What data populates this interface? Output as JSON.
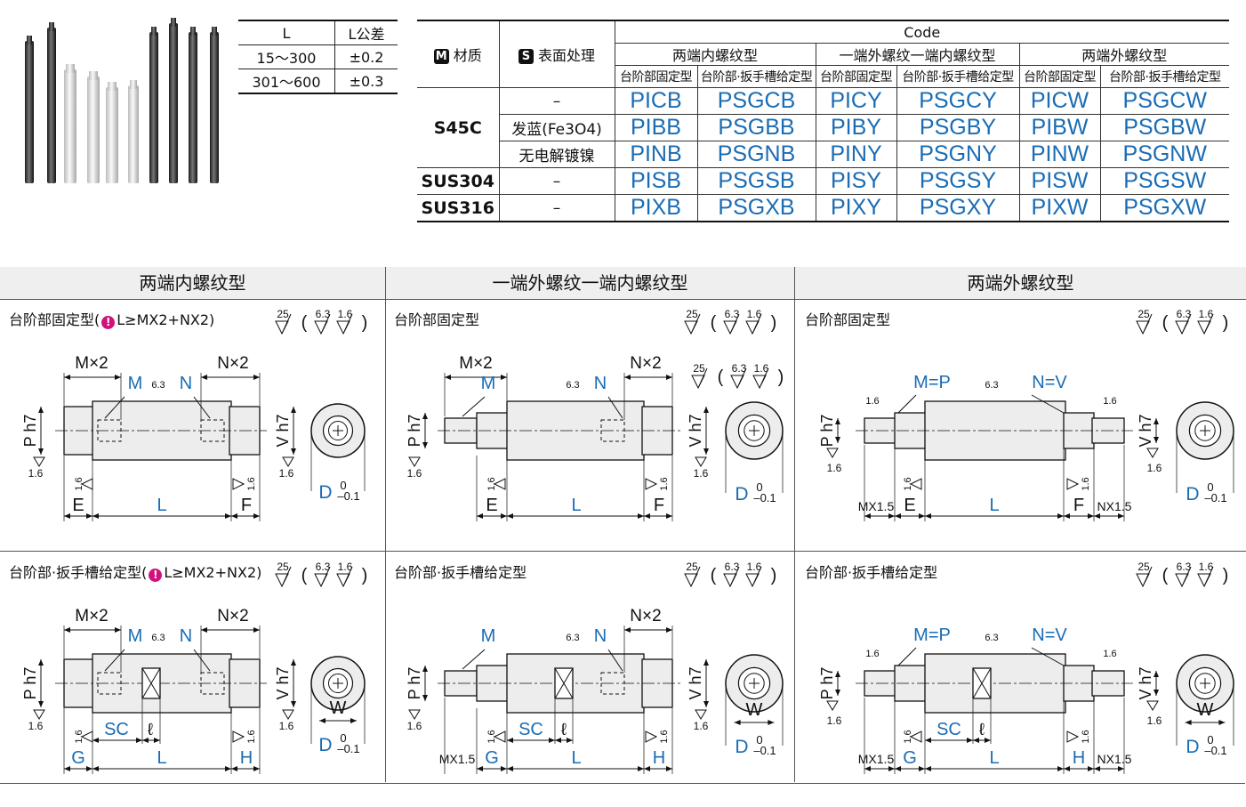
{
  "tolerance_table": {
    "headers": [
      "L",
      "L公差"
    ],
    "rows": [
      [
        "15～300",
        "±0.2"
      ],
      [
        "301～600",
        "±0.3"
      ]
    ]
  },
  "code_table": {
    "material_badge": "M",
    "material_label": "材质",
    "surface_badge": "S",
    "surface_label": "表面处理",
    "code_header": "Code",
    "groups": [
      "两端内螺纹型",
      "一端外螺纹一端内螺纹型",
      "两端外螺纹型"
    ],
    "subtypes": [
      "台阶部固定型",
      "台阶部·扳手槽给定型",
      "台阶部固定型",
      "台阶部·扳手槽给定型",
      "台阶部固定型",
      "台阶部·扳手槽给定型"
    ],
    "rows": [
      {
        "material": "S45C",
        "surface": "–",
        "codes": [
          "PICB",
          "PSGCB",
          "PICY",
          "PSGCY",
          "PICW",
          "PSGCW"
        ]
      },
      {
        "material": "",
        "surface": "发蓝(Fe3O4)",
        "codes": [
          "PIBB",
          "PSGBB",
          "PIBY",
          "PSGBY",
          "PIBW",
          "PSGBW"
        ]
      },
      {
        "material": "",
        "surface": "无电解镀镍",
        "codes": [
          "PINB",
          "PSGNB",
          "PINY",
          "PSGNY",
          "PINW",
          "PSGNW"
        ]
      },
      {
        "material": "SUS304",
        "surface": "–",
        "codes": [
          "PISB",
          "PSGSB",
          "PISY",
          "PSGSY",
          "PISW",
          "PSGSW"
        ]
      },
      {
        "material": "SUS316",
        "surface": "–",
        "codes": [
          "PIXB",
          "PSGXB",
          "PIXY",
          "PSGXY",
          "PIXW",
          "PSGXW"
        ]
      }
    ]
  },
  "sections": [
    {
      "title": "两端内螺纹型",
      "top_sub": "台阶部固定型",
      "top_note": "L≥MX2+NX2)",
      "bottom_sub": "台阶部·扳手槽给定型",
      "bottom_note": "L≥MX2+NX2)"
    },
    {
      "title": "一端外螺纹一端内螺纹型",
      "top_sub": "台阶部固定型",
      "top_note": "",
      "bottom_sub": "台阶部·扳手槽给定型",
      "bottom_note": ""
    },
    {
      "title": "两端外螺纹型",
      "top_sub": "台阶部固定型",
      "top_note": "",
      "bottom_sub": "台阶部·扳手槽给定型",
      "bottom_note": ""
    }
  ],
  "dimension_labels": {
    "mx2": "M×2",
    "nx2": "N×2",
    "m": "M",
    "n": "N",
    "l": "L",
    "e": "E",
    "f": "F",
    "g": "G",
    "h": "H",
    "sc": "SC",
    "ell": "ℓ",
    "w": "W",
    "p": "P",
    "v": "V",
    "h7": "h7",
    "d": "D",
    "tol_up": "0",
    "tol_low": "–0.1",
    "m_eq_p": "M=P",
    "n_eq_v": "N=V",
    "mx15": "MX1.5",
    "nx15": "NX1.5",
    "r25": "25",
    "r63": "6.3",
    "r16": "1.6"
  },
  "colors": {
    "accent_blue": "#1a6cb4",
    "warning_pink": "#d0127c",
    "header_gray": "#efefef"
  }
}
